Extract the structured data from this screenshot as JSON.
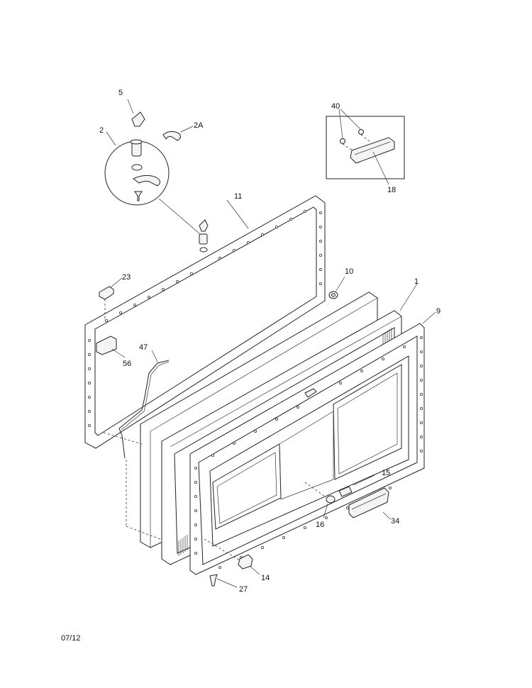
{
  "callouts": {
    "c5": "5",
    "c2": "2",
    "c2a": "2A",
    "c40": "40",
    "c18": "18",
    "c11": "11",
    "c23": "23",
    "c10": "10",
    "c1": "1",
    "c9": "9",
    "c47": "47",
    "c56": "56",
    "c15": "15",
    "c16": "16",
    "c34": "34",
    "c14": "14",
    "c27": "27"
  },
  "footer": {
    "date": "07/12"
  }
}
